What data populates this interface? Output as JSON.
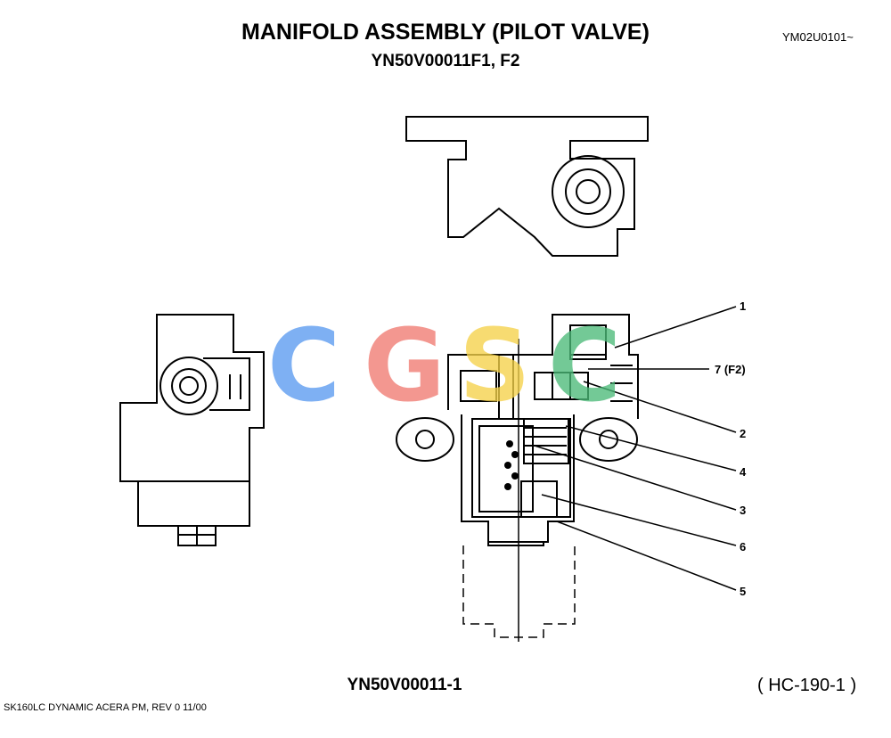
{
  "header": {
    "title": "MANIFOLD ASSEMBLY (PILOT VALVE)",
    "subtitle": "YN50V00011F1, F2",
    "code": "YM02U0101~"
  },
  "callouts": [
    "1",
    "7 (F2)",
    "2",
    "4",
    "3",
    "6",
    "5"
  ],
  "watermark": {
    "letters": [
      "C",
      "G",
      "S",
      "C"
    ],
    "colors": [
      "#5b9bf0",
      "#f07b72",
      "#f5d24a",
      "#4cbb79"
    ]
  },
  "figure_number": "YN50V00011-1",
  "page_ref": "( HC-190-1 )",
  "footer": "SK160LC DYNAMIC ACERA PM,  REV 0 11/00"
}
